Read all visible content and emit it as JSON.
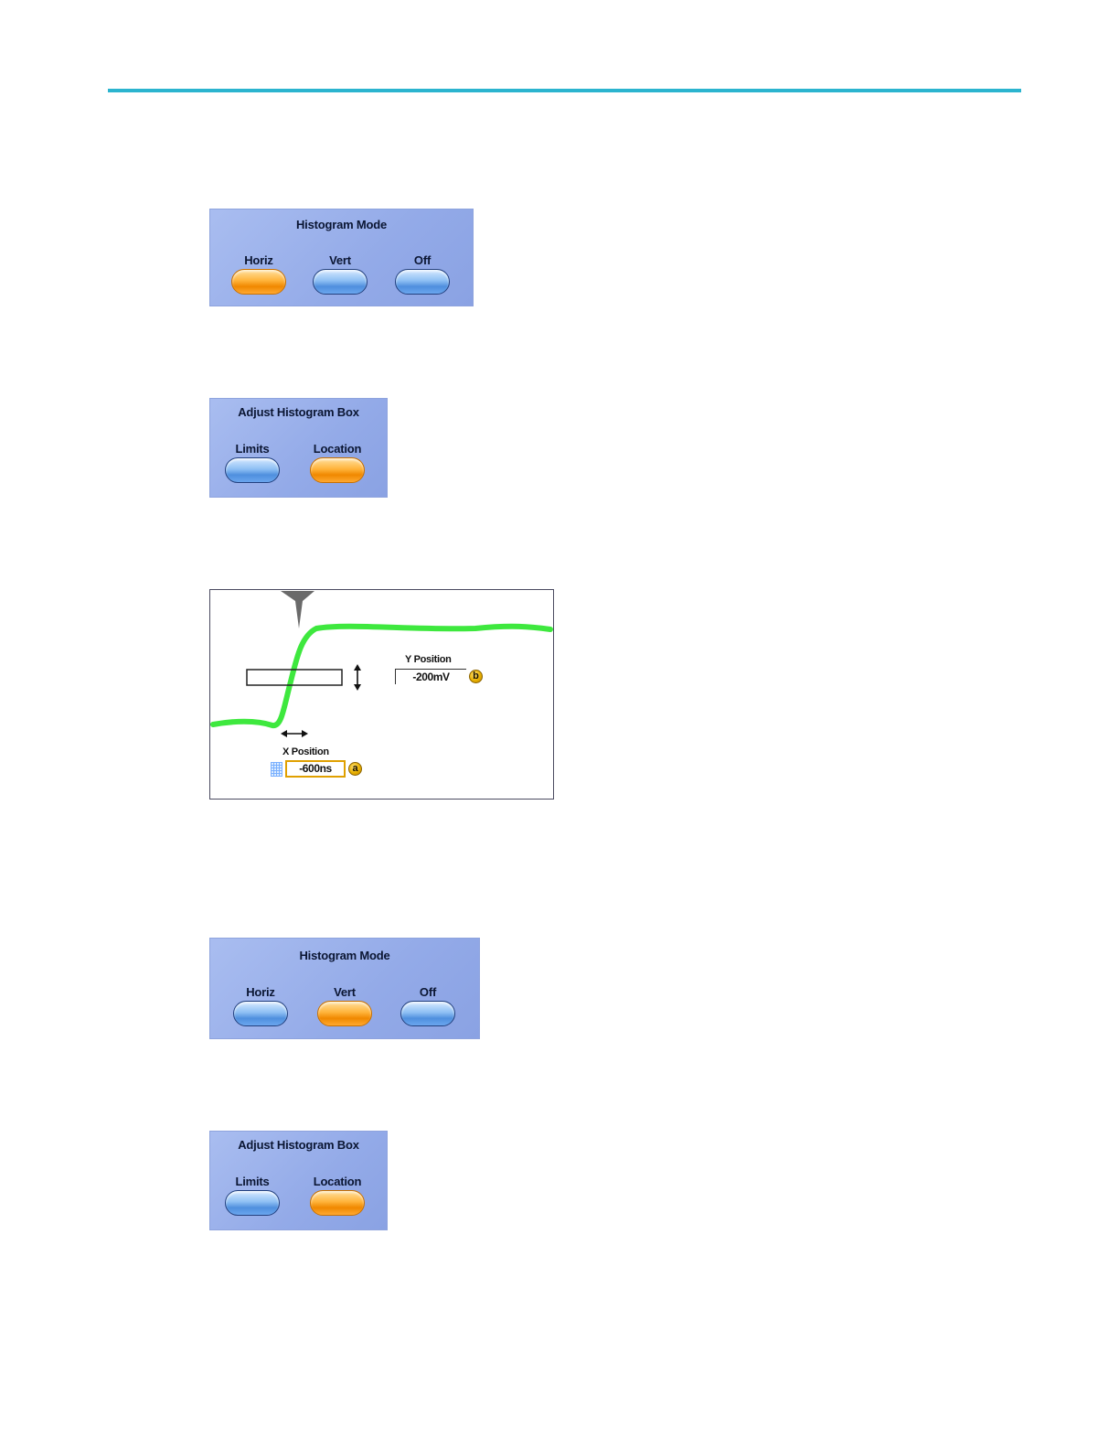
{
  "accent_color": "#2bb4cf",
  "panel_histogram_mode_1": {
    "title": "Histogram Mode",
    "buttons": [
      {
        "label": "Horiz",
        "state": "selected"
      },
      {
        "label": "Vert",
        "state": "normal"
      },
      {
        "label": "Off",
        "state": "normal"
      }
    ]
  },
  "panel_adjust_box_1": {
    "title": "Adjust Histogram Box",
    "buttons": [
      {
        "label": "Limits",
        "state": "normal"
      },
      {
        "label": "Location",
        "state": "selected"
      }
    ]
  },
  "waveform_display": {
    "y_position_label": "Y Position",
    "y_position_value": "-200mV",
    "y_knob": "b",
    "x_position_label": "X Position",
    "x_position_value": "-600ns",
    "x_knob": "a",
    "trace_color": "#3ee83e"
  },
  "panel_histogram_mode_2": {
    "title": "Histogram Mode",
    "buttons": [
      {
        "label": "Horiz",
        "state": "normal"
      },
      {
        "label": "Vert",
        "state": "selected"
      },
      {
        "label": "Off",
        "state": "normal"
      }
    ]
  },
  "panel_adjust_box_2": {
    "title": "Adjust Histogram Box",
    "buttons": [
      {
        "label": "Limits",
        "state": "normal"
      },
      {
        "label": "Location",
        "state": "selected"
      }
    ]
  }
}
